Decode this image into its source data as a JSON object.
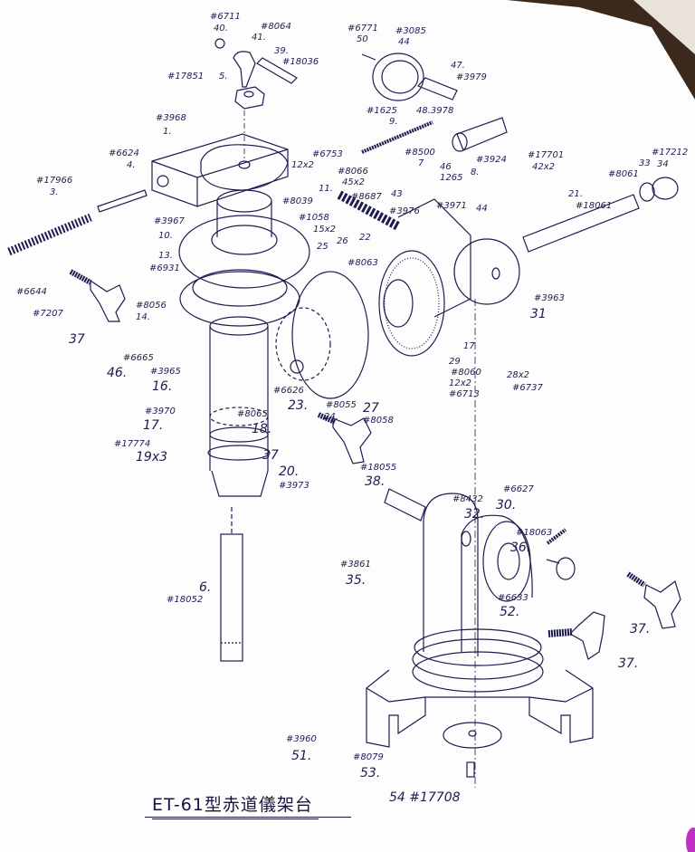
{
  "title": "ET-61型赤道儀架台",
  "labels": [
    "#6711",
    "40.",
    "#8064",
    "41.",
    "39.",
    "#18036",
    "#17851",
    "5.",
    "#3968",
    "1.",
    "#6624",
    "4.",
    "#17966",
    "3.",
    "#6753",
    "12x2",
    "#8039",
    "11.",
    "#3967",
    "10.",
    "13.",
    "#6931",
    "#1058",
    "15x2",
    "25",
    "26",
    "22",
    "#8063",
    "#6771",
    "50",
    "#3085",
    "44",
    "47.",
    "#3979",
    "48.3978",
    "#1625",
    "9.",
    "#8500",
    "7",
    "46",
    "1265",
    "8.",
    "#3924",
    "#17701",
    "42x2",
    "#8066",
    "45x2",
    "#8687",
    "43",
    "#3976",
    "#3971",
    "44",
    "21.",
    "#18061",
    "#8061",
    "33",
    "#17212",
    "34",
    "#6644",
    "#7207",
    "37",
    "#8056",
    "14.",
    "#3963",
    "31",
    "46.",
    "#6665",
    "#3965",
    "16.",
    "#6626",
    "23.",
    "#8055",
    "24.",
    "27",
    "#8058",
    "29",
    "#8060",
    "12x2",
    "#6713",
    "17",
    "28x2",
    "#6737",
    "#3970",
    "17.",
    "#8065",
    "18.",
    "#17774",
    "19x3",
    "37",
    "20.",
    "#3973",
    "6.",
    "#18052",
    "#18055",
    "38.",
    "#8432",
    "32.",
    "#6627",
    "30.",
    "#18063",
    "36.",
    "#3861",
    "35.",
    "#6633",
    "52.",
    "37.",
    "37.",
    "#3960",
    "51.",
    "#8079",
    "53.",
    "54 #17708"
  ],
  "colors": {
    "ink": "#1c1c50",
    "paper": "#fdfdfd"
  }
}
